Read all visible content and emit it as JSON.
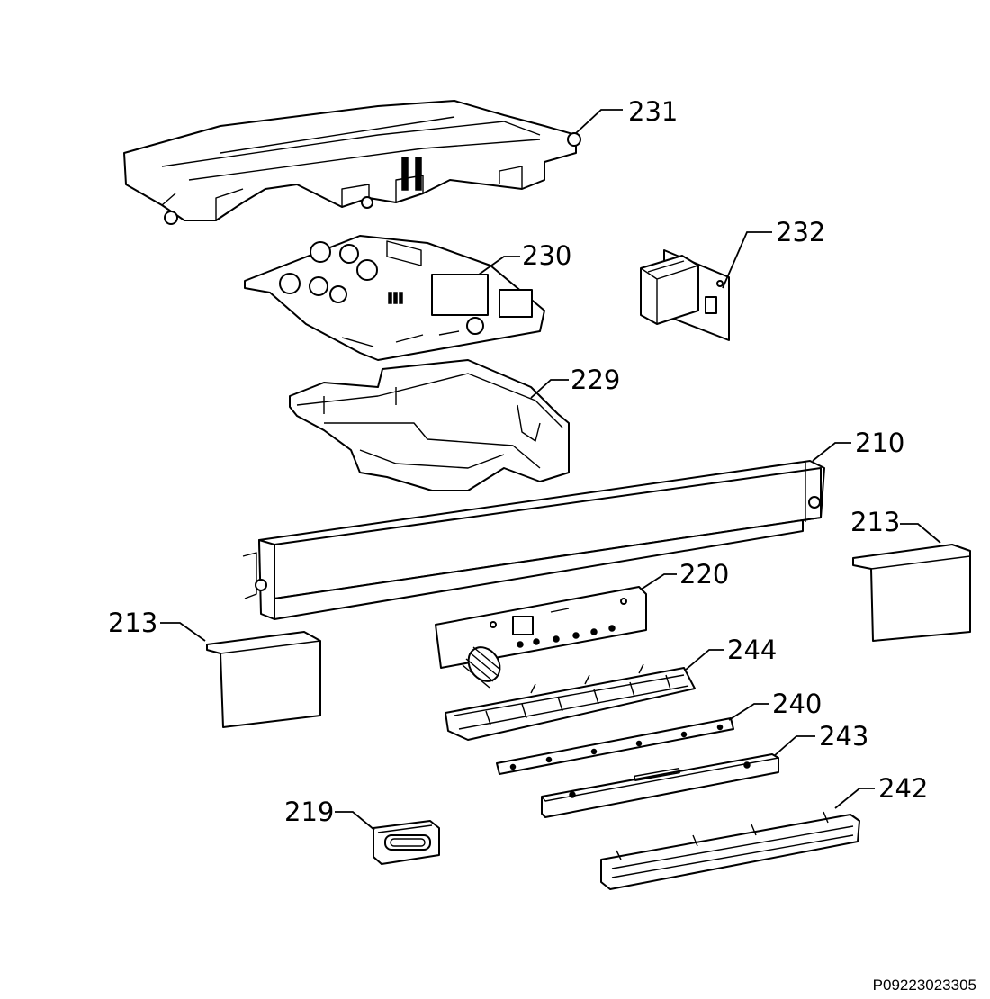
{
  "callouts": [
    {
      "id": "231",
      "label": "231"
    },
    {
      "id": "232",
      "label": "232"
    },
    {
      "id": "230",
      "label": "230"
    },
    {
      "id": "229",
      "label": "229"
    },
    {
      "id": "210",
      "label": "210"
    },
    {
      "id": "213_right",
      "label": "213"
    },
    {
      "id": "213_left",
      "label": "213"
    },
    {
      "id": "220",
      "label": "220"
    },
    {
      "id": "244",
      "label": "244"
    },
    {
      "id": "240",
      "label": "240"
    },
    {
      "id": "243",
      "label": "243"
    },
    {
      "id": "242",
      "label": "242"
    },
    {
      "id": "219",
      "label": "219"
    }
  ],
  "document_id": "P09223023305"
}
